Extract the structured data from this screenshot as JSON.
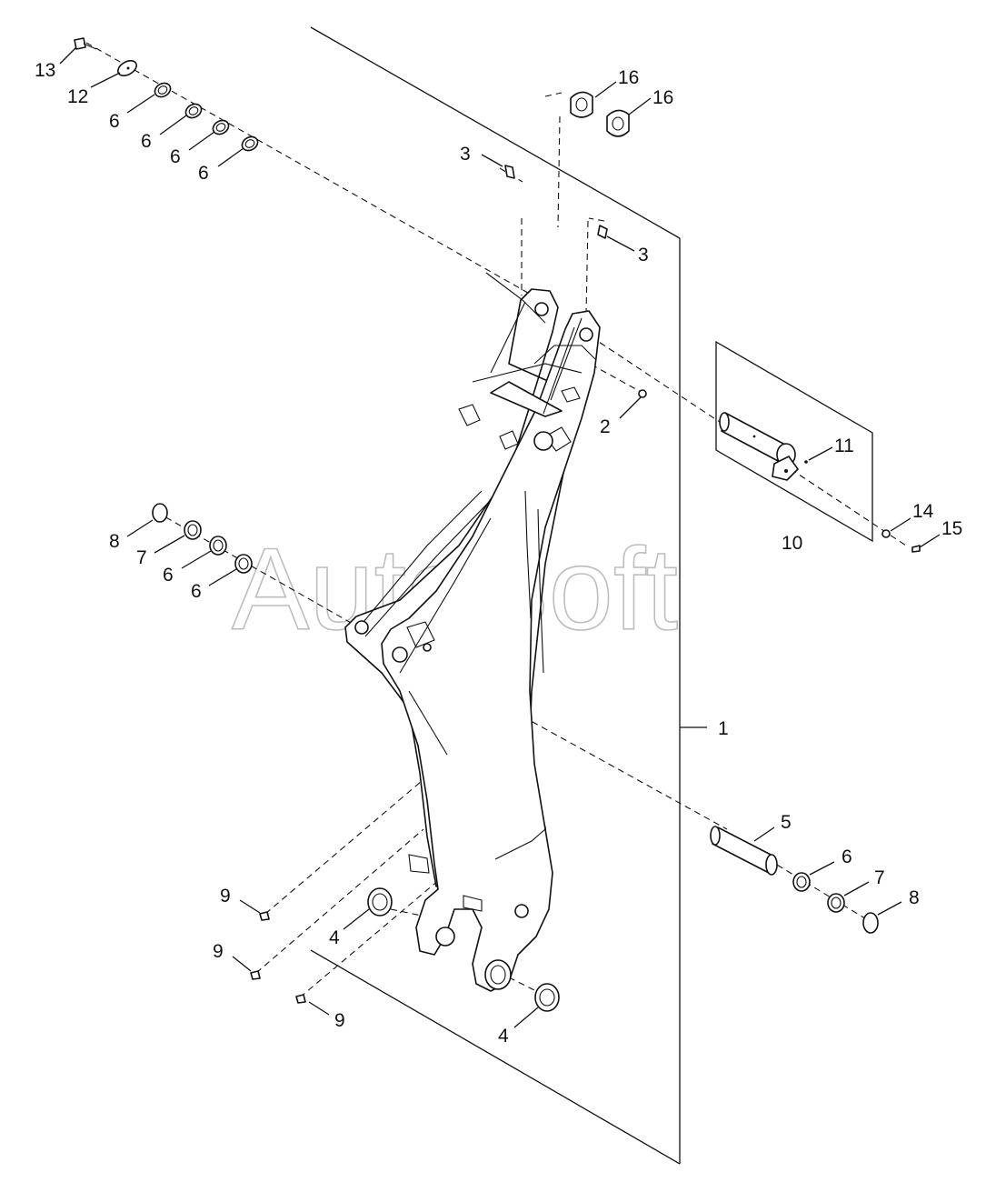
{
  "watermark": "AutoSoft",
  "callouts": [
    {
      "id": "c13",
      "text": "13"
    },
    {
      "id": "c12",
      "text": "12"
    },
    {
      "id": "c6a",
      "text": "6"
    },
    {
      "id": "c6b",
      "text": "6"
    },
    {
      "id": "c6c",
      "text": "6"
    },
    {
      "id": "c6d",
      "text": "6"
    },
    {
      "id": "c16a",
      "text": "16"
    },
    {
      "id": "c16b",
      "text": "16"
    },
    {
      "id": "c3a",
      "text": "3"
    },
    {
      "id": "c3b",
      "text": "3"
    },
    {
      "id": "c2",
      "text": "2"
    },
    {
      "id": "c11",
      "text": "11"
    },
    {
      "id": "c10",
      "text": "10"
    },
    {
      "id": "c14",
      "text": "14"
    },
    {
      "id": "c15",
      "text": "15"
    },
    {
      "id": "c8a",
      "text": "8"
    },
    {
      "id": "c7a",
      "text": "7"
    },
    {
      "id": "c6e",
      "text": "6"
    },
    {
      "id": "c6f",
      "text": "6"
    },
    {
      "id": "c1",
      "text": "1"
    },
    {
      "id": "c5",
      "text": "5"
    },
    {
      "id": "c6g",
      "text": "6"
    },
    {
      "id": "c7b",
      "text": "7"
    },
    {
      "id": "c8b",
      "text": "8"
    },
    {
      "id": "c9a",
      "text": "9"
    },
    {
      "id": "c9b",
      "text": "9"
    },
    {
      "id": "c9c",
      "text": "9"
    },
    {
      "id": "c4a",
      "text": "4"
    },
    {
      "id": "c4b",
      "text": "4"
    }
  ]
}
